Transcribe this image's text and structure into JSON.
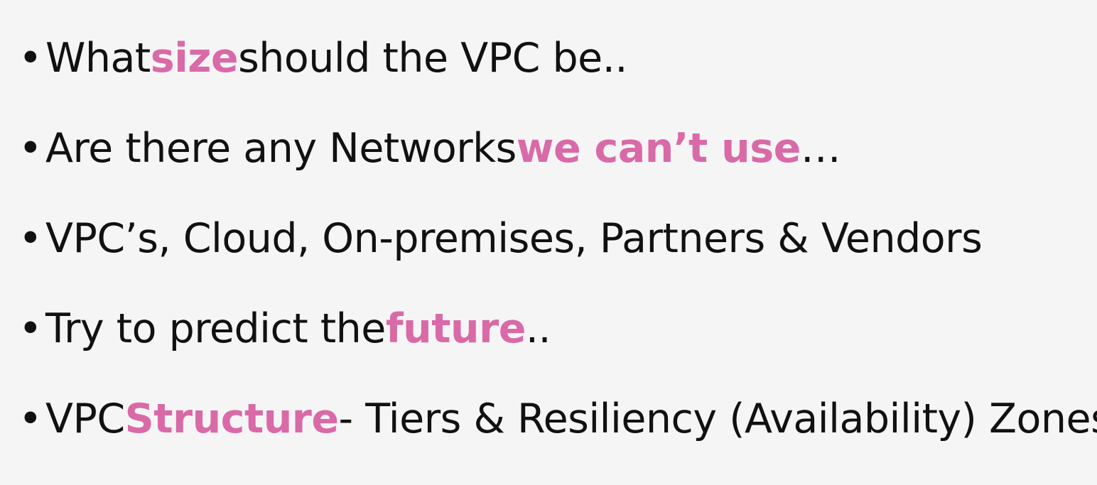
{
  "slide": {
    "bullet_symbol": "•",
    "accent_color": "#d96aa7",
    "items": [
      {
        "before": "What ",
        "highlight": "size",
        "after": " should the VPC be.."
      },
      {
        "before": "Are there any Networks ",
        "highlight": "we can’t use",
        "after": " …"
      },
      {
        "before": "VPC’s, Cloud, On-premises, Partners & Vendors",
        "highlight": "",
        "after": ""
      },
      {
        "before": "Try to predict the ",
        "highlight": "future",
        "after": ".."
      },
      {
        "before": "VPC ",
        "highlight": "Structure",
        "after": " - Tiers & Resiliency (Availability) Zones"
      }
    ]
  }
}
